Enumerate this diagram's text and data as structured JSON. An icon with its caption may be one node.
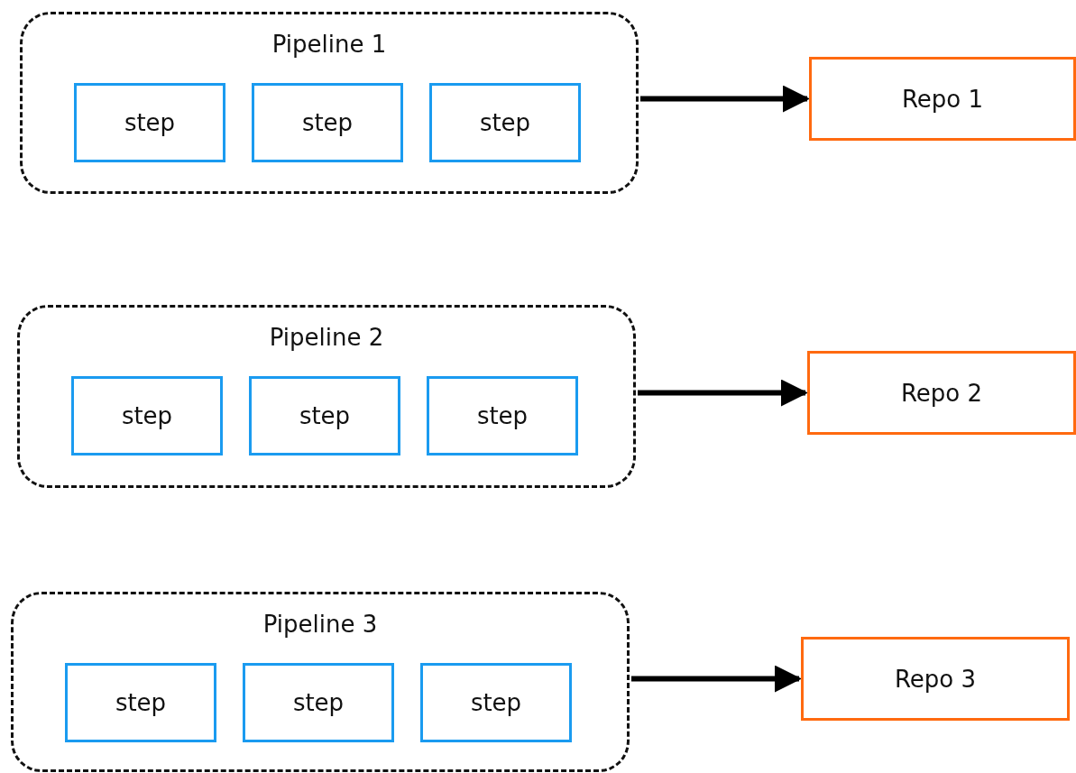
{
  "diagram": {
    "nodes": [
      {
        "text": [
          "Pipeline 1"
        ]
      },
      {
        "text": [
          "step"
        ],
        "in": 0
      },
      {
        "text": [
          "step"
        ],
        "in": 0
      },
      {
        "text": [
          "step"
        ],
        "in": 0
      },
      {
        "text": [
          "Repo 1"
        ]
      },
      {
        "text": [
          "Pipeline 2"
        ]
      },
      {
        "text": [
          "step"
        ],
        "in": 5
      },
      {
        "text": [
          "step"
        ],
        "in": 5
      },
      {
        "text": [
          "step"
        ],
        "in": 5
      },
      {
        "text": [
          "Repo 2"
        ]
      },
      {
        "text": [
          "Pipeline 3"
        ]
      },
      {
        "text": [
          "step"
        ],
        "in": 10
      },
      {
        "text": [
          "step"
        ],
        "in": 10
      },
      {
        "text": [
          "step"
        ],
        "in": 10
      },
      {
        "text": [
          "Repo 3"
        ]
      }
    ],
    "edges": [
      {
        "from": 0,
        "to": 4,
        "arrow": "to"
      },
      {
        "from": 5,
        "to": 9,
        "arrow": "to"
      },
      {
        "from": 10,
        "to": 14,
        "arrow": "to"
      }
    ]
  }
}
